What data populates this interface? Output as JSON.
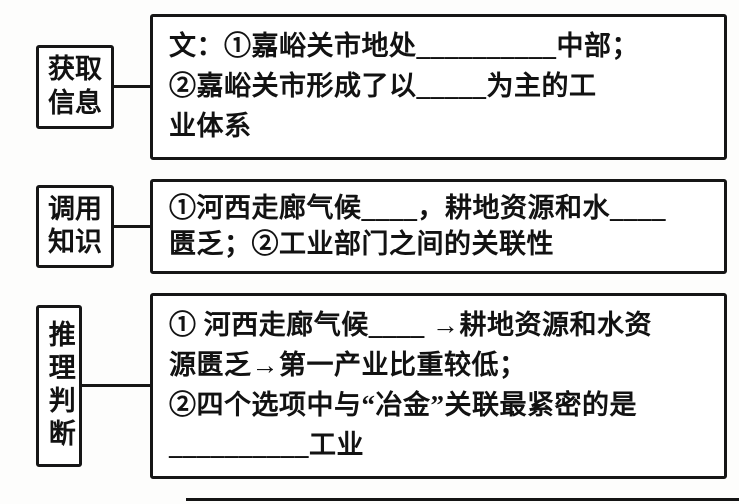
{
  "diagram": {
    "description": "three-step reasoning flowchart",
    "border_color": "#161616",
    "background": "#ffffff"
  },
  "rows": [
    {
      "label": "获取\n信息",
      "content": "文：①嘉峪关市地处__________中部；\n②嘉峪关市形成了以_____为主的工\n业体系"
    },
    {
      "label": "调用\n知识",
      "content": "①河西走廊气候____，耕地资源和水____\n匮乏；②工业部门之间的关联性"
    },
    {
      "label": "推理判断",
      "content": "① 河西走廊气候____ →耕地资源和水资\n源匮乏→第一产业比重较低；\n②四个选项中与“冶金”关联最紧密的是\n__________工业"
    }
  ]
}
